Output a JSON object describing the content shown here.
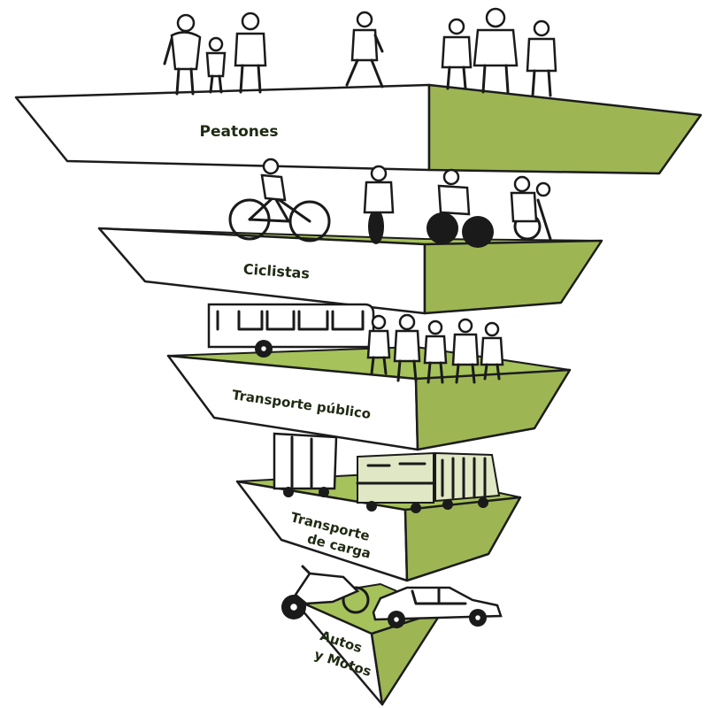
{
  "levels": [
    {
      "id": "peatones",
      "label": "Peatones"
    },
    {
      "id": "ciclistas",
      "label": "Ciclistas"
    },
    {
      "id": "transporte_publico",
      "label": "Transporte público"
    },
    {
      "id": "transporte_carga",
      "label_line1": "Transporte",
      "label_line2": "de carga"
    },
    {
      "id": "autos_motos",
      "label_line1": "Autos",
      "label_line2": "y Motos"
    }
  ],
  "colors": {
    "tier_side": "#9db653",
    "tier_top": "#a6c25a",
    "tier_front": "#ffffff",
    "ink": "#1a1a1a"
  },
  "icons": [
    "pedestrian-group-icon",
    "cyclist-icon",
    "bus-icon",
    "passenger-group-icon",
    "truck-icon",
    "motorcycle-icon",
    "car-icon"
  ]
}
